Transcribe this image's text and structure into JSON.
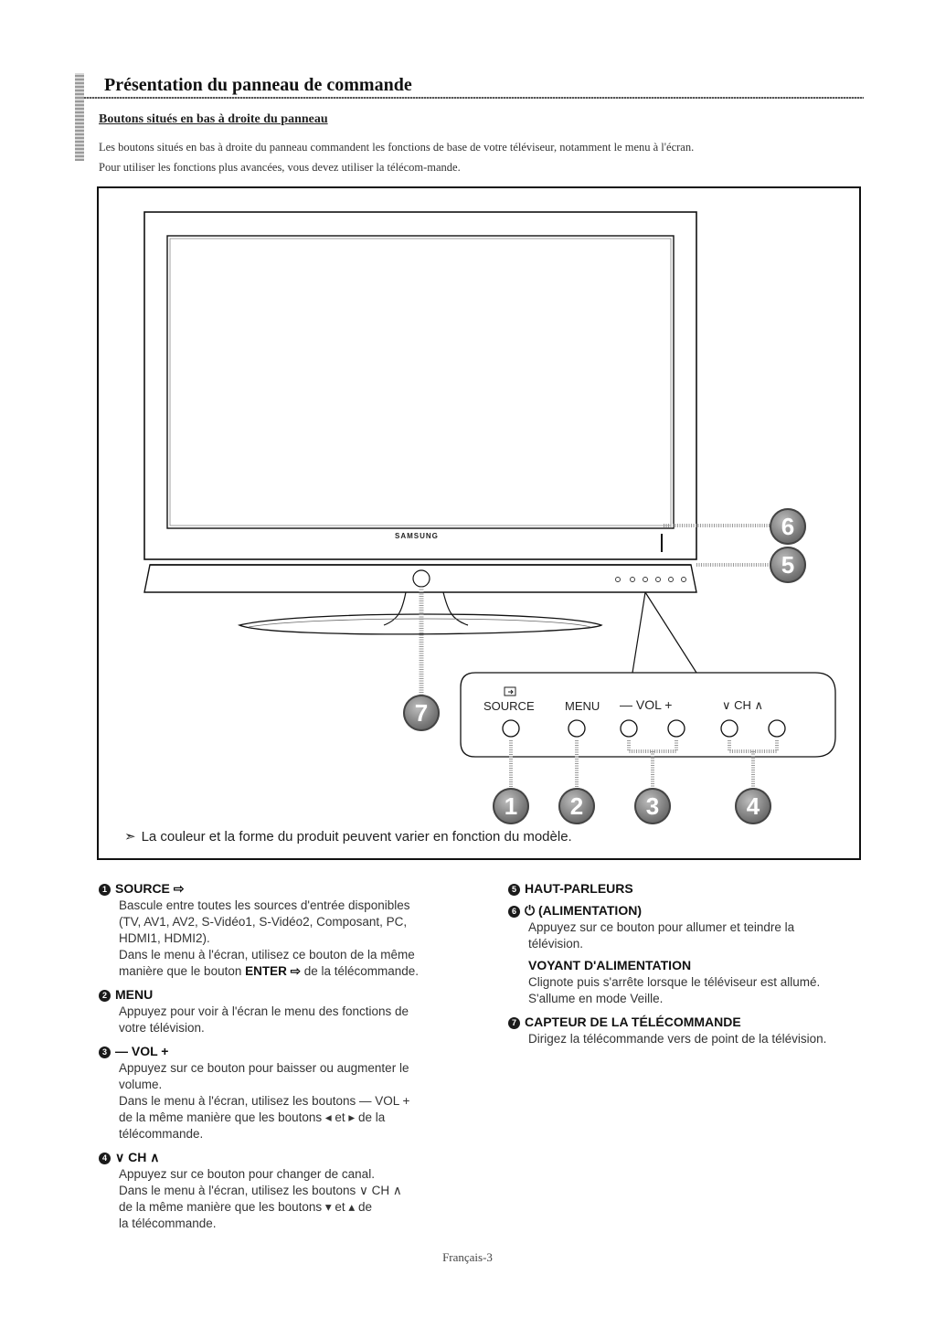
{
  "header": {
    "title": "Présentation du panneau de commande",
    "subtitle": "Boutons situés en bas à droite du panneau",
    "intro_line1": "Les boutons situés en bas à droite du panneau commandent les fonctions de base de votre téléviseur, notamment le menu à l'écran.",
    "intro_line2": "Pour utiliser les fonctions plus avancées, vous devez utiliser la télécom-mande."
  },
  "figure": {
    "brand": "SAMSUNG",
    "labels": {
      "source": "SOURCE",
      "menu": "MENU",
      "vol": "— VOL +",
      "ch": "∨ CH ∧"
    },
    "callouts": [
      "1",
      "2",
      "3",
      "4",
      "5",
      "6",
      "7"
    ],
    "note_icon": "➣",
    "note": "La couleur et la forme du produit peuvent varier en fonction du modèle."
  },
  "items_left": [
    {
      "num": "1",
      "title": "SOURCE ⇨",
      "lines": [
        "Bascule entre toutes les sources d'entrée disponibles",
        "(TV, AV1, AV2, S-Vidéo1, S-Vidéo2, Composant, PC,",
        "HDMI1, HDMI2).",
        "Dans le menu à l'écran, utilisez ce bouton de la même"
      ],
      "last_prefix": "manière que le bouton ",
      "last_bold": "ENTER ⇨",
      "last_suffix": " de la télécommande."
    },
    {
      "num": "2",
      "title": "MENU",
      "lines": [
        "Appuyez pour voir à l'écran le menu des fonctions de",
        "votre télévision."
      ]
    },
    {
      "num": "3",
      "title": "— VOL +",
      "lines": [
        "Appuyez sur ce bouton pour baisser ou augmenter le",
        "volume.",
        "Dans le menu à l'écran, utilisez les boutons — VOL +",
        "de la même manière que les boutons ◂ et ▸ de la",
        "télécommande."
      ]
    },
    {
      "num": "4",
      "title": "∨ CH ∧",
      "lines": [
        "Appuyez sur ce bouton pour changer de canal.",
        "Dans le menu à l'écran, utilisez les boutons ∨ CH ∧",
        "de la même manière que les boutons ▾ et ▴ de",
        "la télécommande."
      ]
    }
  ],
  "items_right": [
    {
      "num": "5",
      "title": "HAUT-PARLEURS",
      "lines": []
    },
    {
      "num": "6",
      "title": "⏻ (ALIMENTATION)",
      "lines": [
        "Appuyez sur ce bouton pour allumer et teindre la",
        "télévision."
      ],
      "sub_title": "VOYANT D'ALIMENTATION",
      "sub_lines": [
        "Clignote puis s'arrête lorsque le téléviseur est allumé.",
        "S'allume en mode Veille."
      ]
    },
    {
      "num": "7",
      "title": "CAPTEUR DE LA TÉLÉCOMMANDE",
      "lines": [
        "Dirigez la télécommande vers de point de la télévision."
      ]
    }
  ],
  "footer": "Français-3"
}
